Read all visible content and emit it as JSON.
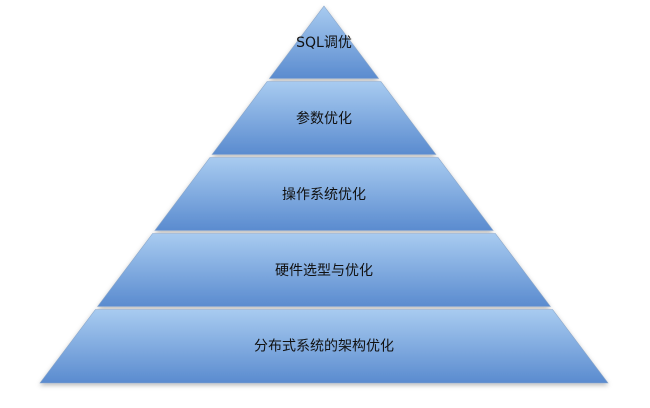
{
  "pyramid": {
    "layers": [
      {
        "label": "SQL调优"
      },
      {
        "label": "参数优化"
      },
      {
        "label": "操作系统优化"
      },
      {
        "label": "硬件选型与优化"
      },
      {
        "label": "分布式系统的架构优化"
      }
    ],
    "colors": {
      "fill_light": "#9ec3ec",
      "fill_dark": "#5d8ed0",
      "separator": "#ffffff",
      "outline": "#8aa6c9"
    }
  }
}
